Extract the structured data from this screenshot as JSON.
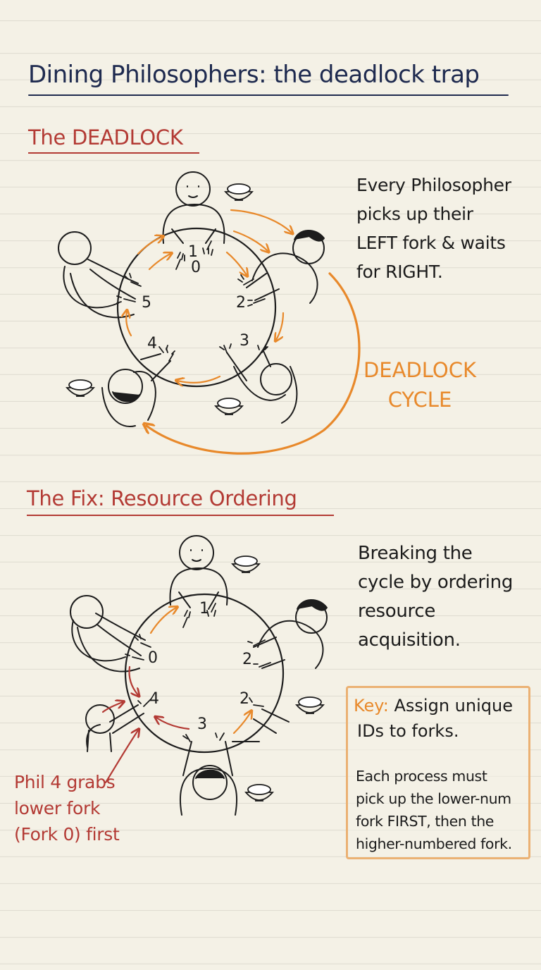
{
  "title": "Dining Philosophers: the deadlock trap",
  "deadlock_section": {
    "heading": "The DEADLOCK",
    "note_lines": [
      "Every Philosopher",
      "picks up their",
      "LEFT fork & waits",
      "for RIGHT."
    ],
    "cycle_label_lines": [
      "DEADLOCK",
      "CYCLE"
    ],
    "fork_numbers": [
      "1",
      "0",
      "2",
      "3",
      "4",
      "5"
    ]
  },
  "fix_section": {
    "heading": "The Fix: Resource Ordering",
    "note_lines": [
      "Breaking the",
      "cycle by ordering",
      "resource",
      "acquisition."
    ],
    "key_word": "Key:",
    "key_title_rest": " Assign unique",
    "key_title_line2": "IDs to forks.",
    "key_body_lines": [
      "Each process must",
      "pick up the lower-num",
      "fork FIRST, then the",
      "higher-numbered fork."
    ],
    "phil_note_lines": [
      "Phil 4 grabs",
      "lower fork",
      "(Fork 0) first"
    ],
    "fork_numbers": [
      "1",
      "0",
      "2",
      "4",
      "2",
      "3"
    ]
  },
  "colors": {
    "ink": "#1d1d1d",
    "title": "#1e2a4f",
    "red": "#b33a34",
    "orange": "#e8892b",
    "key_border": "#ebb173",
    "paper": "#f4f1e6"
  }
}
